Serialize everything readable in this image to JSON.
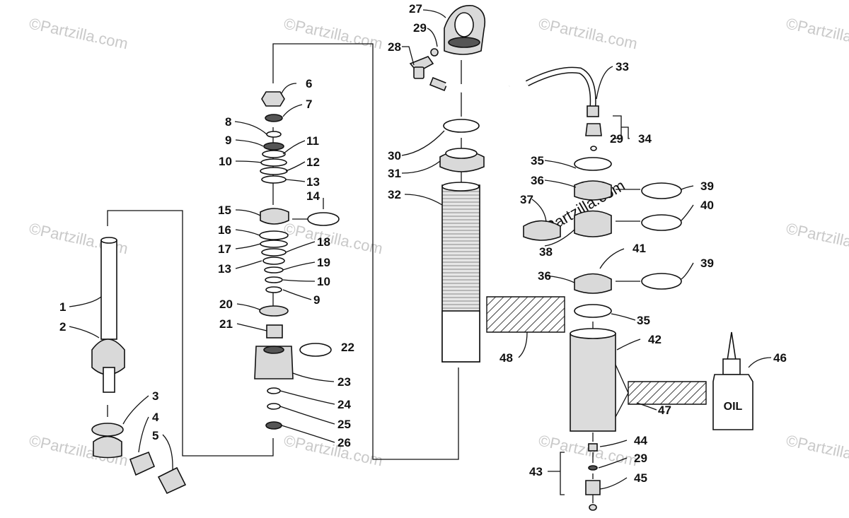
{
  "watermark": "©Partzilla.com",
  "oil_label": "OIL",
  "callouts": [
    {
      "id": "c27",
      "text": "27"
    },
    {
      "id": "c29a",
      "text": "29"
    },
    {
      "id": "c28",
      "text": "28"
    },
    {
      "id": "c33",
      "text": "33"
    },
    {
      "id": "c6",
      "text": "6"
    },
    {
      "id": "c7",
      "text": "7"
    },
    {
      "id": "c8",
      "text": "8"
    },
    {
      "id": "c9a",
      "text": "9"
    },
    {
      "id": "c11",
      "text": "11"
    },
    {
      "id": "c10a",
      "text": "10"
    },
    {
      "id": "c12",
      "text": "12"
    },
    {
      "id": "c13a",
      "text": "13"
    },
    {
      "id": "c14",
      "text": "14"
    },
    {
      "id": "c15",
      "text": "15"
    },
    {
      "id": "c16",
      "text": "16"
    },
    {
      "id": "c18",
      "text": "18"
    },
    {
      "id": "c17",
      "text": "17"
    },
    {
      "id": "c13b",
      "text": "13"
    },
    {
      "id": "c19",
      "text": "19"
    },
    {
      "id": "c10b",
      "text": "10"
    },
    {
      "id": "c9b",
      "text": "9"
    },
    {
      "id": "c20",
      "text": "20"
    },
    {
      "id": "c21",
      "text": "21"
    },
    {
      "id": "c22",
      "text": "22"
    },
    {
      "id": "c23",
      "text": "23"
    },
    {
      "id": "c24",
      "text": "24"
    },
    {
      "id": "c25",
      "text": "25"
    },
    {
      "id": "c26",
      "text": "26"
    },
    {
      "id": "c1",
      "text": "1"
    },
    {
      "id": "c2",
      "text": "2"
    },
    {
      "id": "c3",
      "text": "3"
    },
    {
      "id": "c4",
      "text": "4"
    },
    {
      "id": "c5",
      "text": "5"
    },
    {
      "id": "c30",
      "text": "30"
    },
    {
      "id": "c31",
      "text": "31"
    },
    {
      "id": "c32",
      "text": "32"
    },
    {
      "id": "c48",
      "text": "48"
    },
    {
      "id": "c29b",
      "text": "29"
    },
    {
      "id": "c34",
      "text": "34"
    },
    {
      "id": "c35a",
      "text": "35"
    },
    {
      "id": "c36a",
      "text": "36"
    },
    {
      "id": "c39a",
      "text": "39"
    },
    {
      "id": "c37",
      "text": "37"
    },
    {
      "id": "c40",
      "text": "40"
    },
    {
      "id": "c38",
      "text": "38"
    },
    {
      "id": "c41",
      "text": "41"
    },
    {
      "id": "c36b",
      "text": "36"
    },
    {
      "id": "c39b",
      "text": "39"
    },
    {
      "id": "c35b",
      "text": "35"
    },
    {
      "id": "c42",
      "text": "42"
    },
    {
      "id": "c46",
      "text": "46"
    },
    {
      "id": "c47",
      "text": "47"
    },
    {
      "id": "c44",
      "text": "44"
    },
    {
      "id": "c29c",
      "text": "29"
    },
    {
      "id": "c43",
      "text": "43"
    },
    {
      "id": "c45",
      "text": "45"
    }
  ]
}
